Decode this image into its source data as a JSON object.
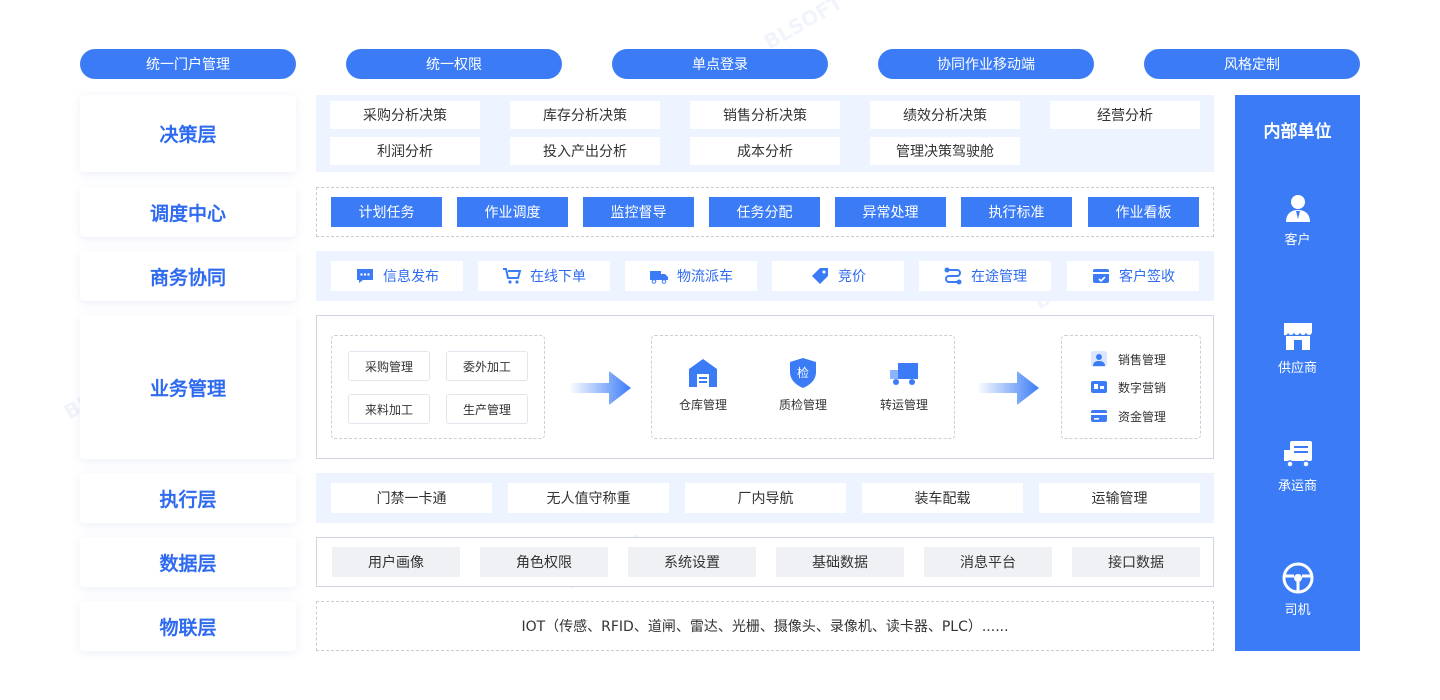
{
  "top_pills": [
    "统一门户管理",
    "统一权限",
    "单点登录",
    "协同作业移动端",
    "风格定制"
  ],
  "layers": {
    "decision": "决策层",
    "dispatch": "调度中心",
    "commerce": "商务协同",
    "business": "业务管理",
    "execution": "执行层",
    "data": "数据层",
    "iot": "物联层"
  },
  "decision_items": [
    "采购分析决策",
    "库存分析决策",
    "销售分析决策",
    "绩效分析决策",
    "经营分析",
    "利润分析",
    "投入产出分析",
    "成本分析",
    "管理决策驾驶舱"
  ],
  "dispatch_items": [
    "计划任务",
    "作业调度",
    "监控督导",
    "任务分配",
    "异常处理",
    "执行标准",
    "作业看板"
  ],
  "commerce_items": [
    {
      "label": "信息发布",
      "icon": "message-icon"
    },
    {
      "label": "在线下单",
      "icon": "cart-icon"
    },
    {
      "label": "物流派车",
      "icon": "truck-icon"
    },
    {
      "label": "竞价",
      "icon": "tag-icon"
    },
    {
      "label": "在途管理",
      "icon": "route-icon"
    },
    {
      "label": "客户签收",
      "icon": "sign-icon"
    }
  ],
  "business": {
    "left": [
      "采购管理",
      "委外加工",
      "来料加工",
      "生产管理"
    ],
    "middle": [
      {
        "label": "仓库管理",
        "icon": "warehouse-icon"
      },
      {
        "label": "质检管理",
        "icon": "inspection-icon",
        "badge": "检"
      },
      {
        "label": "转运管理",
        "icon": "transport-icon"
      }
    ],
    "right": [
      {
        "label": "销售管理",
        "icon": "person-icon"
      },
      {
        "label": "数字营销",
        "icon": "marketing-icon"
      },
      {
        "label": "资金管理",
        "icon": "card-icon"
      }
    ]
  },
  "execution_items": [
    "门禁一卡通",
    "无人值守称重",
    "厂内导航",
    "装车配载",
    "运输管理"
  ],
  "data_items": [
    "用户画像",
    "角色权限",
    "系统设置",
    "基础数据",
    "消息平台",
    "接口数据"
  ],
  "iot_text": "IOT（传感、RFID、道闸、雷达、光栅、摄像头、录像机、读卡器、PLC）......",
  "side": {
    "title": "内部单位",
    "items": [
      {
        "label": "客户",
        "icon": "customer-icon"
      },
      {
        "label": "供应商",
        "icon": "store-icon"
      },
      {
        "label": "承运商",
        "icon": "carrier-truck-icon"
      },
      {
        "label": "司机",
        "icon": "steering-wheel-icon"
      }
    ]
  },
  "colors": {
    "accent": "#3b7cf6",
    "band": "#eef4ff",
    "label_text": "#2f6bf0"
  }
}
